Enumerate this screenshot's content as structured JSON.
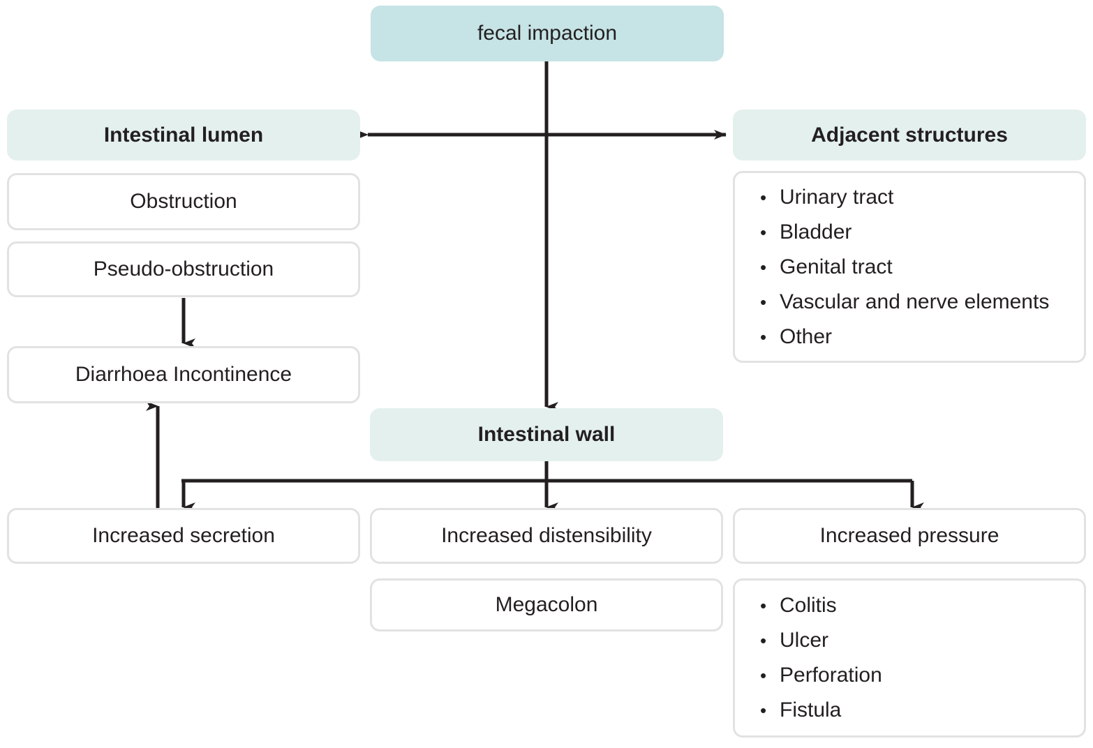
{
  "diagram": {
    "title": "fecal impaction",
    "root": {
      "label": "fecal impaction"
    },
    "branches": {
      "lumen": {
        "header": "Intestinal lumen",
        "nodes": [
          {
            "label": "Obstruction"
          },
          {
            "label": "Pseudo-obstruction"
          },
          {
            "label": "Diarrhoea Incontinence"
          }
        ]
      },
      "adjacent": {
        "header": "Adjacent structures",
        "items": [
          "Urinary tract",
          "Bladder",
          "Genital tract",
          "Vascular and nerve elements",
          "Other"
        ]
      },
      "wall": {
        "header": "Intestinal wall",
        "columns": [
          {
            "node": "Increased secretion",
            "items": []
          },
          {
            "node": "Increased distensibility",
            "sub": "Megacolon",
            "items": []
          },
          {
            "node": "Increased pressure",
            "items": [
              "Colitis",
              "Ulcer",
              "Perforation",
              "Fistula"
            ]
          }
        ]
      }
    },
    "colors": {
      "root_fill": "#c6e3e5",
      "header_fill": "#e4f0ee",
      "box_fill": "#ffffff",
      "box_border": "#e2e2e2",
      "text": "#231f20",
      "arrow": "#231f20"
    }
  }
}
